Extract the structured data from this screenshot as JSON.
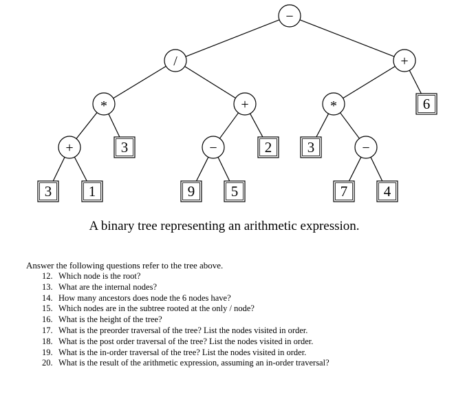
{
  "tree": {
    "nodes": [
      {
        "id": "n-minus-root",
        "label": "−",
        "shape": "circle"
      },
      {
        "id": "n-div",
        "label": "/",
        "shape": "circle"
      },
      {
        "id": "n-plus-right",
        "label": "+",
        "shape": "circle"
      },
      {
        "id": "n-mul-left",
        "label": "*",
        "shape": "circle"
      },
      {
        "id": "n-plus-mid",
        "label": "+",
        "shape": "circle"
      },
      {
        "id": "n-mul-right",
        "label": "*",
        "shape": "circle"
      },
      {
        "id": "n-six",
        "label": "6",
        "shape": "square"
      },
      {
        "id": "n-plus-low",
        "label": "+",
        "shape": "circle"
      },
      {
        "id": "n-three-a",
        "label": "3",
        "shape": "square"
      },
      {
        "id": "n-minus-mid",
        "label": "−",
        "shape": "circle"
      },
      {
        "id": "n-two",
        "label": "2",
        "shape": "square"
      },
      {
        "id": "n-three-b",
        "label": "3",
        "shape": "square"
      },
      {
        "id": "n-minus-low",
        "label": "−",
        "shape": "circle"
      },
      {
        "id": "n-three-c",
        "label": "3",
        "shape": "square"
      },
      {
        "id": "n-one",
        "label": "1",
        "shape": "square"
      },
      {
        "id": "n-nine",
        "label": "9",
        "shape": "square"
      },
      {
        "id": "n-five",
        "label": "5",
        "shape": "square"
      },
      {
        "id": "n-seven",
        "label": "7",
        "shape": "square"
      },
      {
        "id": "n-four",
        "label": "4",
        "shape": "square"
      }
    ],
    "edges": [
      [
        "n-minus-root",
        "n-div"
      ],
      [
        "n-minus-root",
        "n-plus-right"
      ],
      [
        "n-div",
        "n-mul-left"
      ],
      [
        "n-div",
        "n-plus-mid"
      ],
      [
        "n-plus-right",
        "n-mul-right"
      ],
      [
        "n-plus-right",
        "n-six"
      ],
      [
        "n-mul-left",
        "n-plus-low"
      ],
      [
        "n-mul-left",
        "n-three-a"
      ],
      [
        "n-plus-mid",
        "n-minus-mid"
      ],
      [
        "n-plus-mid",
        "n-two"
      ],
      [
        "n-mul-right",
        "n-three-b"
      ],
      [
        "n-mul-right",
        "n-minus-low"
      ],
      [
        "n-plus-low",
        "n-three-c"
      ],
      [
        "n-plus-low",
        "n-one"
      ],
      [
        "n-minus-mid",
        "n-nine"
      ],
      [
        "n-minus-mid",
        "n-five"
      ],
      [
        "n-minus-low",
        "n-seven"
      ],
      [
        "n-minus-low",
        "n-four"
      ]
    ]
  },
  "caption": "A binary tree representing an arithmetic expression.",
  "intro": "Answer the following questions refer to the tree above.",
  "questions": [
    {
      "num": "12.",
      "text": "Which node is the root?"
    },
    {
      "num": "13.",
      "text": "What are the internal nodes?"
    },
    {
      "num": "14.",
      "text": "How many ancestors does node the 6 nodes have?"
    },
    {
      "num": "15.",
      "text": "Which nodes are in the subtree rooted at the only / node?"
    },
    {
      "num": "16.",
      "text": "What is the height of the tree?"
    },
    {
      "num": "17.",
      "text": "What is the preorder traversal of the tree? List the nodes visited in order."
    },
    {
      "num": "18.",
      "text": "What is the post order traversal of the tree? List the nodes visited in order."
    },
    {
      "num": "19.",
      "text": "What is the in-order traversal of the tree? List the nodes visited in order."
    },
    {
      "num": "20.",
      "text": "What is the result of the arithmetic expression, assuming an in-order traversal?"
    }
  ]
}
